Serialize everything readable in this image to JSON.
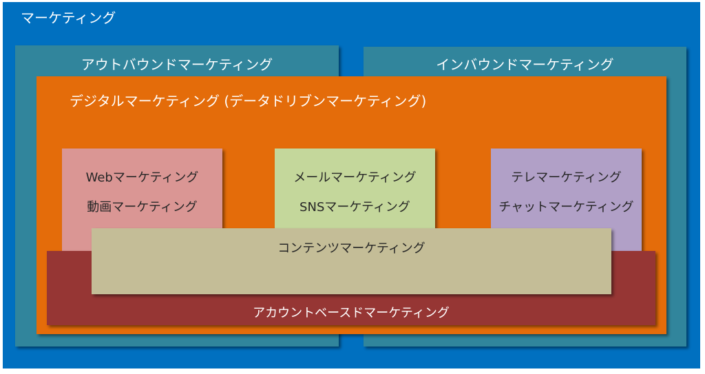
{
  "outer": {
    "title": "マーケティング"
  },
  "outbound": {
    "title": "アウトバウンドマーケティング"
  },
  "inbound": {
    "title": "インバウンドマーケティング"
  },
  "digital": {
    "title": "デジタルマーケティング (データドリブンマーケティング)"
  },
  "web_group": {
    "items": [
      "Webマーケティング",
      "動画マーケティング"
    ]
  },
  "mail_group": {
    "items": [
      "メールマーケティング",
      "SNSマーケティング"
    ]
  },
  "tele_group": {
    "items": [
      "テレマーケティング",
      "チャットマーケティング"
    ]
  },
  "content": {
    "label": "コンテンツマーケティング"
  },
  "abm": {
    "label": "アカウントベースドマーケティング"
  },
  "colors": {
    "marketing": "#0070c0",
    "outbound_inbound": "#31859c",
    "digital": "#e46c0a",
    "web_group": "#da9694",
    "mail_group": "#c4d79b",
    "tele_group": "#b1a0c7",
    "content": "#c4bd97",
    "abm": "#963634"
  }
}
